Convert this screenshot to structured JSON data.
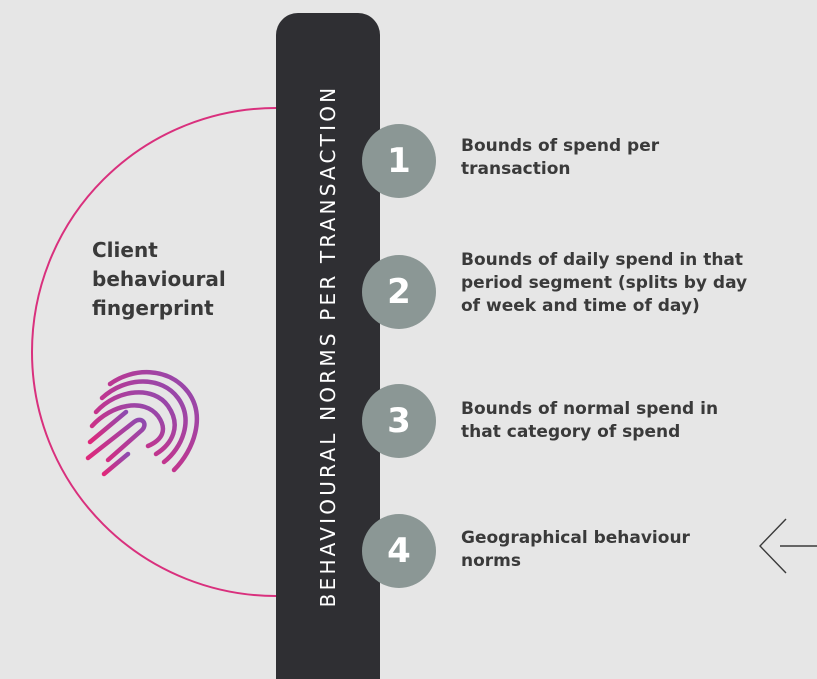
{
  "left_panel": {
    "title_lines": [
      "Client",
      "behavioural",
      "fingerprint"
    ],
    "icon": "fingerprint-icon",
    "arc_color": "#e0287a"
  },
  "center_bar": {
    "text": "BEHAVIOURAL NORMS PER TRANSACTION",
    "color": "#2f2f33"
  },
  "steps": [
    {
      "number": "1",
      "lines": [
        "Bounds of spend per",
        "transaction"
      ]
    },
    {
      "number": "2",
      "lines": [
        "Bounds of daily spend in that",
        "period segment (splits by day",
        "of week and time of day)"
      ]
    },
    {
      "number": "3",
      "lines": [
        "Bounds of normal spend in",
        "that category of spend"
      ]
    },
    {
      "number": "4",
      "lines": [
        "Geographical behaviour",
        "norms"
      ]
    }
  ],
  "colors": {
    "background": "#e6e6e6",
    "badge": "#8b9795",
    "text": "#3a3a3a",
    "fingerprint_start": "#e0287a",
    "fingerprint_end": "#8e4bb0"
  },
  "arrow_icon": "left-arrow-icon"
}
